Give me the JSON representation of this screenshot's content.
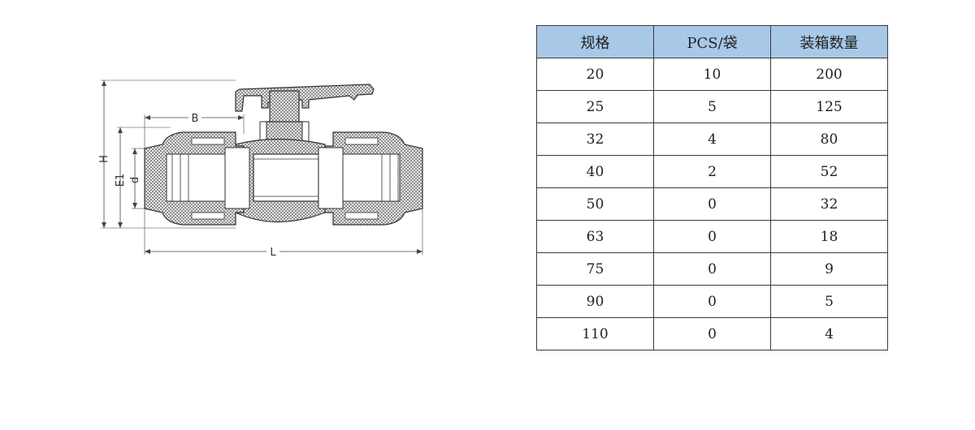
{
  "drawing": {
    "dimension_labels": {
      "H": "H",
      "E1": "E1",
      "d": "d",
      "B": "B",
      "L": "L"
    }
  },
  "table": {
    "headers": [
      "规格",
      "PCS/袋",
      "装箱数量"
    ],
    "rows": [
      [
        "20",
        "10",
        "200"
      ],
      [
        "25",
        "5",
        "125"
      ],
      [
        "32",
        "4",
        "80"
      ],
      [
        "40",
        "2",
        "52"
      ],
      [
        "50",
        "0",
        "32"
      ],
      [
        "63",
        "0",
        "18"
      ],
      [
        "75",
        "0",
        "9"
      ],
      [
        "90",
        "0",
        "5"
      ],
      [
        "110",
        "0",
        "4"
      ]
    ]
  }
}
